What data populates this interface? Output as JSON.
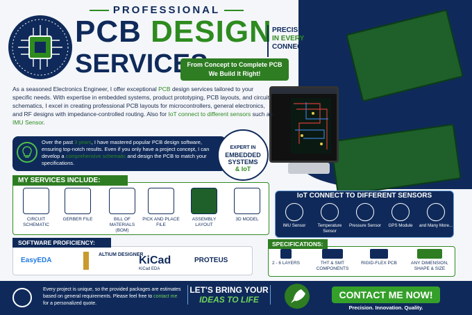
{
  "header": {
    "overline": "PROFESSIONAL",
    "title_pcb": "PCB",
    "title_design": "DESIGN",
    "title_services": "SERVICES",
    "precision": [
      "PRECISION",
      "IN EVERY",
      "CONNECTION"
    ],
    "tagline": [
      "From Concept to Complete PCB",
      "We Build It Right!"
    ]
  },
  "intro": {
    "p1": "As a seasoned Electronics Engineer, I offer exceptional ",
    "p1_hl": "PCB",
    "p2": " design services tailored to your specific needs. With expertise in embedded systems, product prototyping, PCB layouts, and circuit schematics, I excel in creating professional PCB layouts for microcontrollers, general electronics, and RF designs with impedance-controlled routing. Also for ",
    "p2_hl": "IoT connect to different sensors",
    "p3": " such as ",
    "p3_hl": "IMU Sensor",
    "p4": "."
  },
  "experience": {
    "a": "Over the past ",
    "years": "3 years",
    "b": ", I have mastered popular PCB design software, ensuring top-notch results. Even if you only have a project concept, I can develop a ",
    "hl": "comprehensive schematic",
    "c": " and design the PCB to match your specifications."
  },
  "expert_badge": [
    "EXPERT IN",
    "EMBEDDED",
    "SYSTEMS",
    "& IoT"
  ],
  "services": {
    "heading": "MY SERVICES INCLUDE:",
    "items": [
      "CIRCUIT SCHEMATIC",
      "GERBER FILE",
      "BILL OF MATERIALS (BOM)",
      "PICK AND PLACE FILE",
      "ASSEMBLY LAYOUT",
      "3D MODEL"
    ]
  },
  "iot": {
    "heading": "IoT CONNECT TO DIFFERENT SENSORS",
    "items": [
      "IMU Sensor",
      "Temperature Sensor",
      "Pressure Sensor",
      "GPS Module",
      "and Many More..."
    ]
  },
  "software": {
    "heading": "SOFTWARE PROFICIENCY:",
    "items": [
      "EasyEDA",
      "ALTIUM DESIGNER",
      "KiCad",
      "KiCad EDA",
      "PROTEUS"
    ]
  },
  "specs": {
    "heading": "SPECIFICATIONS:",
    "items": [
      "2 - 6 LAYERS",
      "THT & SMT COMPONENTS",
      "RIGID-FLEX PCB",
      "ANY DIMENSION, SHAPE & SIZE"
    ]
  },
  "footer": {
    "note_a": "Every project is unique, so the provided packages are estimates based on general requirements. Please feel free to ",
    "note_link": "contact me",
    "note_b": " for a personalized quote.",
    "cta1": "LET'S BRING YOUR",
    "cta2": "IDEAS TO LIFE",
    "contact": "CONTACT ME NOW!",
    "motto": "Precision. Innovation. Quality."
  },
  "colors": {
    "navy": "#0f2a5a",
    "green": "#2e8b1f",
    "board": "#1e5f2a"
  }
}
